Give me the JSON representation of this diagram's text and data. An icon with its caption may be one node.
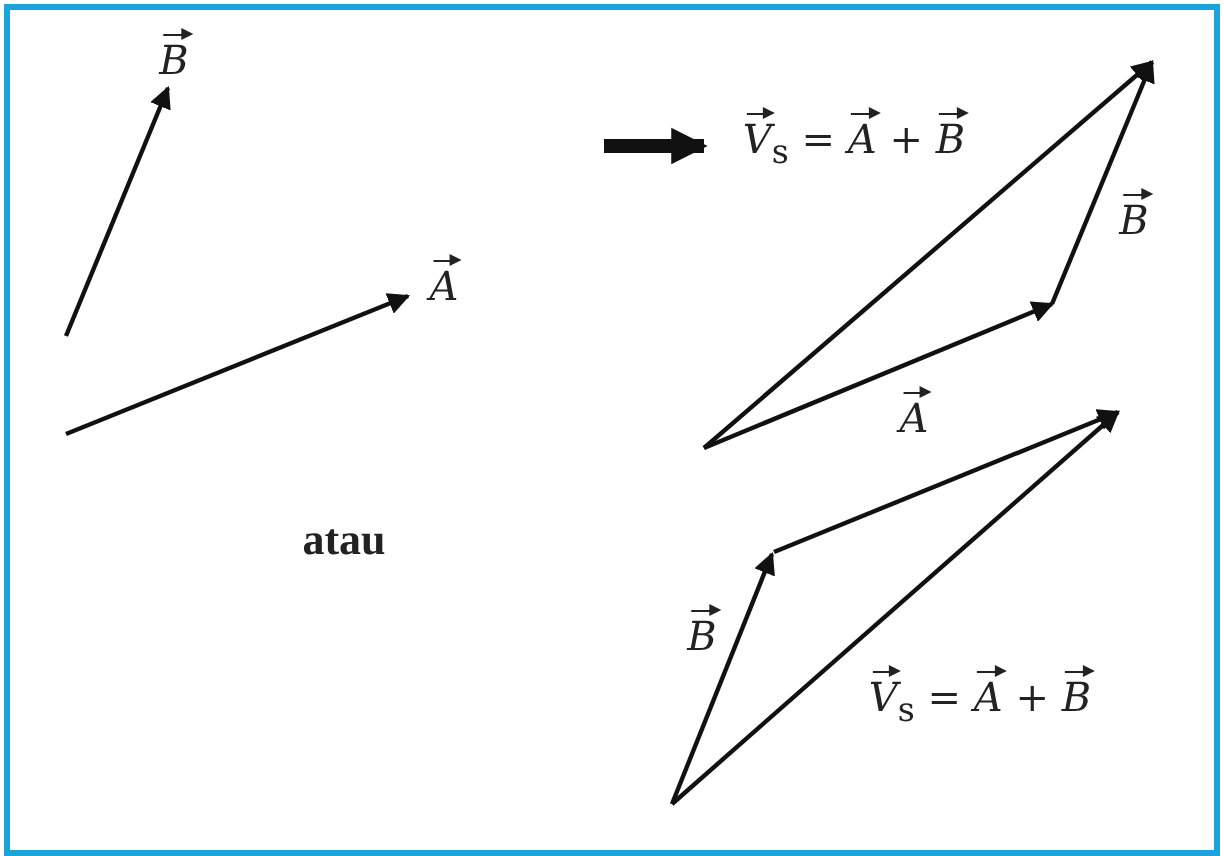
{
  "diagram": {
    "labels": [
      "B",
      "*V*$_{s}$ = *A* + *B*",
      "B",
      "A",
      "A",
      "atau",
      "B",
      "*V*$_{s}$ = *A* + *B*"
    ]
  }
}
